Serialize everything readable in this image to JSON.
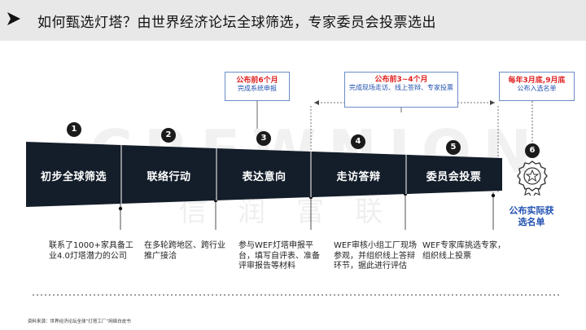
{
  "header": {
    "title": "如何甄选灯塔？由世界经济论坛全球筛选，专家委员会投票选出",
    "background": "#e8e8e8"
  },
  "watermark": {
    "brand_en": "CREWNION",
    "brand_cn": "信润富联"
  },
  "callouts": [
    {
      "title": "公布前6个月",
      "subtitle": "完成系统申报"
    },
    {
      "title": "公布前3~4个月",
      "subtitle": "完成现场走访、线上答辩、专家投票"
    },
    {
      "title": "每年3月底,9月底",
      "subtitle": "公布入选名单"
    }
  ],
  "steps": [
    {
      "number": "1",
      "label": "初步全球筛选",
      "description": "联系了1000+家具备工业4.0灯塔潜力的公司"
    },
    {
      "number": "2",
      "label": "联络行动",
      "description": "在多轮跨地区、跨行业推广接洽"
    },
    {
      "number": "3",
      "label": "表达意向",
      "description": "参与WEF灯塔申报平台，填写自评表、准备评审报告等材料"
    },
    {
      "number": "4",
      "label": "走访答辩",
      "description": "WEF审核小组工厂现场参观，并组织线上答辩环节，据此进行评估"
    },
    {
      "number": "5",
      "label": "委员会投票",
      "description": "WEF专家库挑选专家，组织线上投票"
    },
    {
      "number": "6",
      "label": "公布实际获选名单",
      "description": ""
    }
  ],
  "final": {
    "label_line1": "公布实际获",
    "label_line2": "选名单"
  },
  "source": "资料来源：世界经济论坛全球“灯塔工厂”网络白皮书",
  "colors": {
    "ribbon": "#141e2a",
    "accent_red": "#e02020",
    "accent_blue": "#2050b0",
    "callout_border": "#6b8cc7"
  }
}
